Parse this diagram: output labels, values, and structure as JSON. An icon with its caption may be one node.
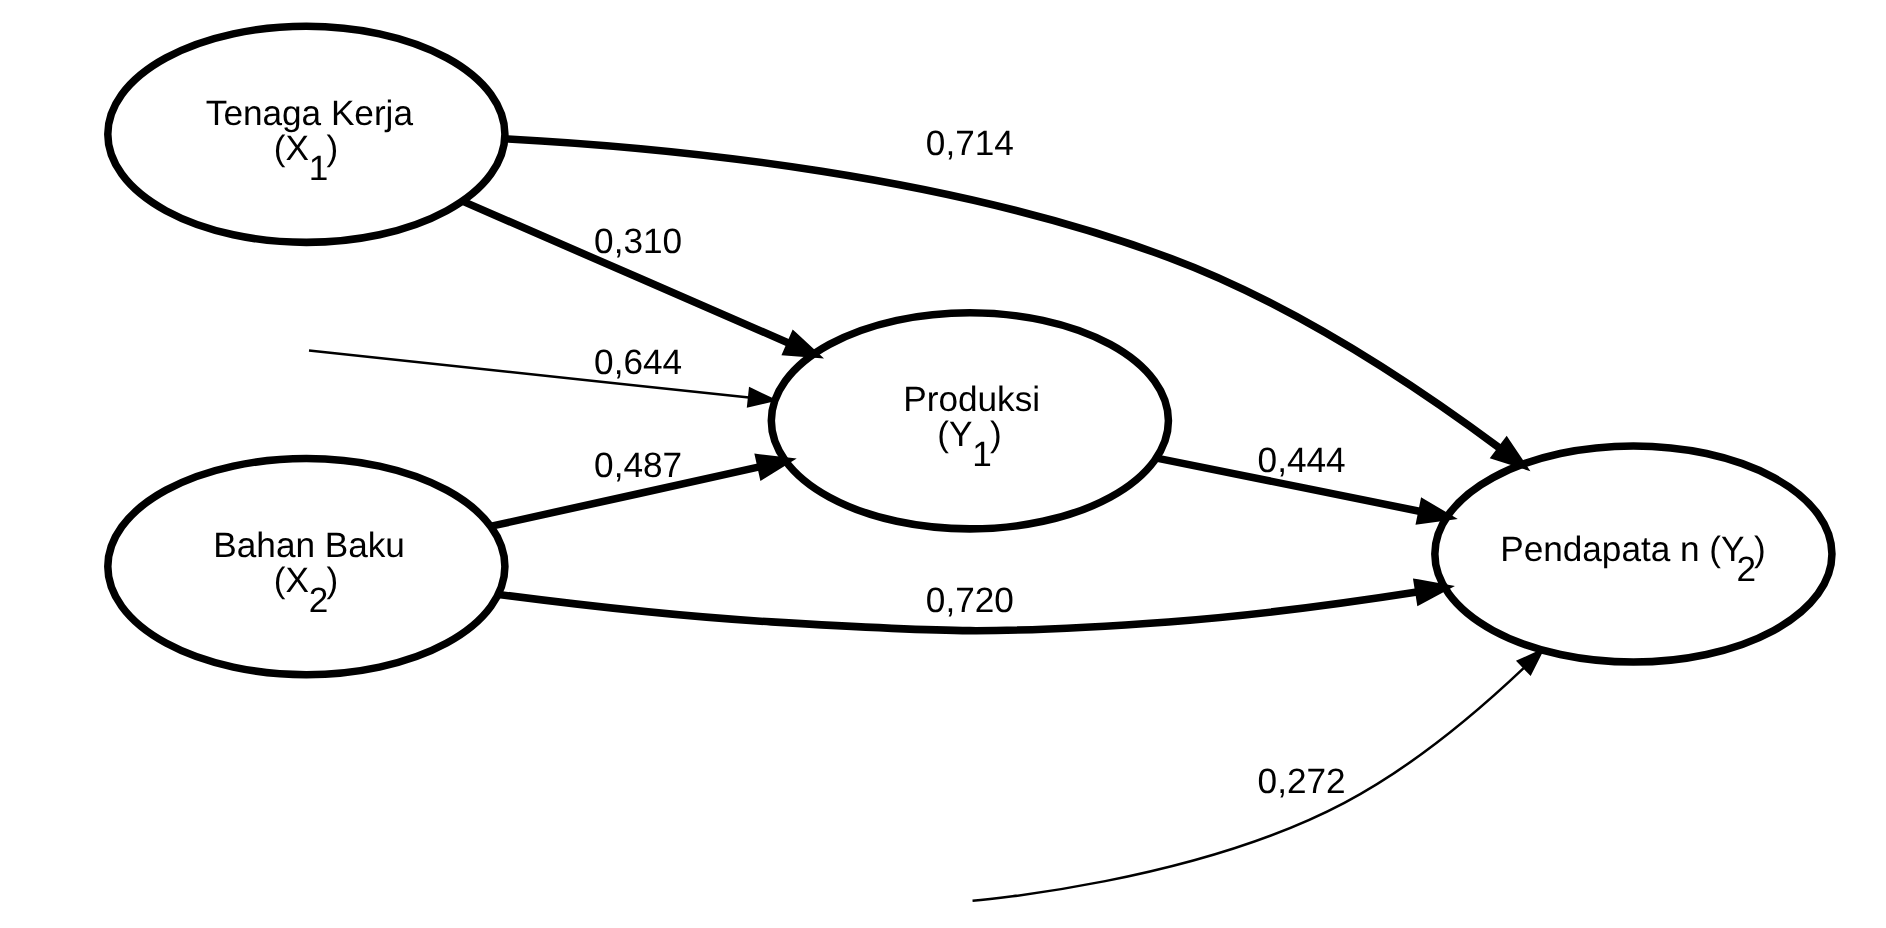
{
  "diagram": {
    "nodes": [
      {
        "text": [
          "Tenaga Kerja",
          "(X$_{1}$)"
        ]
      },
      {
        "text": [
          "Bahan Baku",
          "(X$_{2}$)"
        ]
      },
      {
        "text": [
          "Produksi",
          "(Y$_{1}$)"
        ]
      },
      {
        "text": [
          "Pendapata n (Y$_{2}$)"
        ]
      }
    ],
    "edges": [
      {
        "from": 0,
        "to": 3,
        "arrow": "to",
        "label": "0,714"
      },
      {
        "from": 0,
        "to": 2,
        "arrow": "to",
        "label": "0,310"
      },
      {
        "from": null,
        "to": 2,
        "arrow": "to",
        "label": "0,644"
      },
      {
        "from": null,
        "to": 3,
        "arrow": "to",
        "label": "0,272"
      },
      {
        "from": 2,
        "to": 3,
        "arrow": "to",
        "label": "0,444"
      },
      {
        "from": 1,
        "to": 2,
        "arrow": "to",
        "label": "0,487"
      },
      {
        "from": 1,
        "to": 3,
        "arrow": "to",
        "label": "0,720"
      }
    ]
  }
}
